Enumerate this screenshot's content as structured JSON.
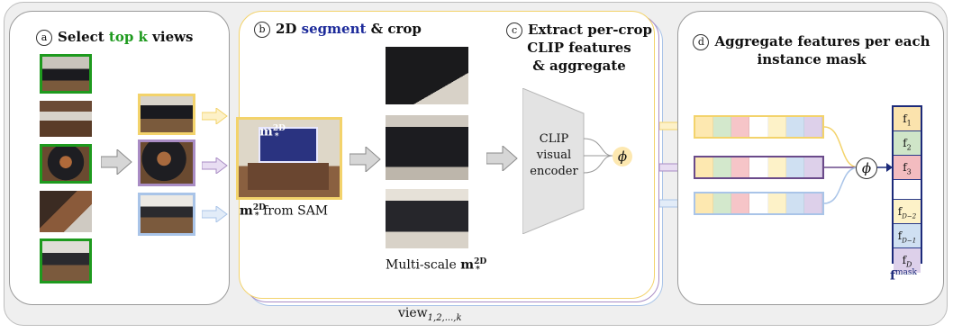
{
  "panels": {
    "a": {
      "letter": "a",
      "title_pre": "Select ",
      "title_highlight": "top k",
      "title_post": " views"
    },
    "b": {
      "letter": "b",
      "title_pre": "2D ",
      "title_highlight": "segment",
      "title_post": " & crop"
    },
    "c": {
      "letter": "c",
      "title_line1": "Extract per-crop",
      "title_line2": "CLIP features",
      "title_line3": "& aggregate"
    },
    "d": {
      "letter": "d",
      "title_line1": "Aggregate features per each",
      "title_line2": "instance mask"
    }
  },
  "mask_label": {
    "symbol": "m",
    "sup": "2D",
    "sub": "*"
  },
  "from_sam": " from SAM",
  "multiscale_label": "Multi-scale ",
  "encoder": {
    "line1": "CLIP",
    "line2": "visual",
    "line3": "encoder"
  },
  "phi": "ϕ",
  "view_label": "view",
  "view_sub": "1,2,...,k",
  "feature_cells": [
    "f1",
    "f2",
    "f3",
    "",
    "fD−2",
    "fD−1",
    "fD"
  ],
  "feature_cells_display": [
    {
      "base": "f",
      "sub": "1"
    },
    {
      "base": "f",
      "sub": "2"
    },
    {
      "base": "f",
      "sub": "3"
    },
    {
      "base": "",
      "sub": ""
    },
    {
      "base": "f",
      "sub": "D−2"
    },
    {
      "base": "f",
      "sub": "D−1"
    },
    {
      "base": "f",
      "sub": "D"
    }
  ],
  "fmask": {
    "base": "f",
    "sup": "mask"
  },
  "colors": {
    "green": "#1e9a1e",
    "yellow": "#f3d36b",
    "purple": "#a98cc4",
    "blue": "#a9c4e8",
    "navy": "#1c2a7a",
    "segment_blue": "#1c2a9a",
    "phi_bg": "#fde8b0"
  },
  "cell_colors": [
    "#fbe3ad",
    "#cfe5c8",
    "#f3bcc0",
    "#ffffff",
    "#fdf2c8",
    "#cfe0f2",
    "#ddd0ea"
  ]
}
